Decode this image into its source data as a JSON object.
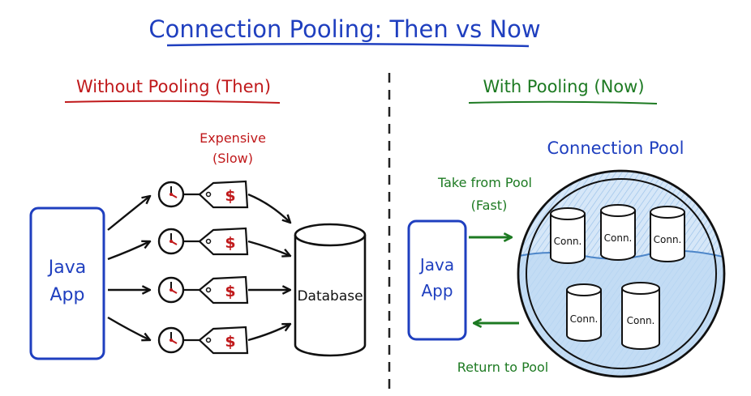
{
  "title": "Connection Pooling: Then vs Now",
  "left_panel": {
    "heading": "Without Pooling (Then)",
    "cost_label_line1": "Expensive",
    "cost_label_line2": "(Slow)",
    "app_line1": "Java",
    "app_line2": "App",
    "database_label": "Database",
    "tag_symbol": "$"
  },
  "right_panel": {
    "heading": "With Pooling (Now)",
    "pool_label": "Connection Pool",
    "take_line1": "Take from Pool",
    "take_line2": "(Fast)",
    "return_label": "Return to Pool",
    "app_line1": "Java",
    "app_line2": "App",
    "connections": [
      "Conn.",
      "Conn.",
      "Conn.",
      "Conn.",
      "Conn."
    ]
  },
  "colors": {
    "blue": "#1f3fbf",
    "red": "#c0191b",
    "green": "#1d7a22",
    "water": "#cfe3f7",
    "ink": "#111111"
  },
  "icons": [
    "clock-icon",
    "price-tag-icon",
    "arrow-icon"
  ]
}
